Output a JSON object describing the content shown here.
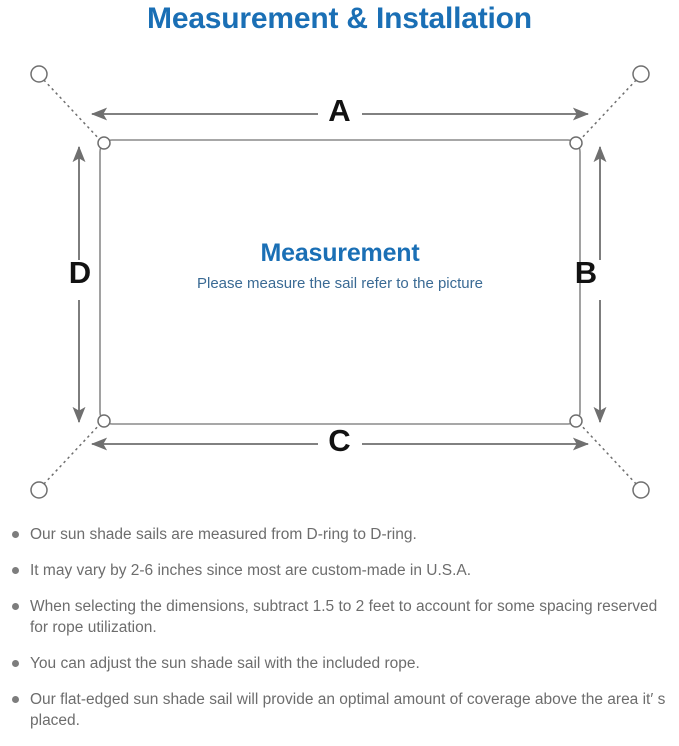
{
  "page": {
    "title": "Measurement & Installation",
    "title_color": "#1a6fb5",
    "background": "#ffffff"
  },
  "diagram": {
    "name": "sun-shade-sail-measurement-diagram",
    "sail_label_heading": "Measurement",
    "sail_label_sub": "Please measure the sail refer to the picture",
    "heading_color": "#1a6fb5",
    "sub_color": "#3a6a94",
    "line_color": "#6f6f6f",
    "dimension_labels": {
      "top": "A",
      "right": "B",
      "bottom": "C",
      "left": "D"
    },
    "dimension_label_color": "#121212",
    "corners": [
      {
        "name": "top-left",
        "d_ring": true,
        "anchor_ring": true
      },
      {
        "name": "top-right",
        "d_ring": true,
        "anchor_ring": true
      },
      {
        "name": "bottom-right",
        "d_ring": true,
        "anchor_ring": true
      },
      {
        "name": "bottom-left",
        "d_ring": true,
        "anchor_ring": true
      }
    ]
  },
  "notes": {
    "bullet_color": "#7d7d7d",
    "text_color": "#6d6d6d",
    "items": [
      "Our sun shade sails are measured from D-ring to D-ring.",
      "It may vary by 2-6 inches since most are custom-made in U.S.A.",
      "When selecting the dimensions, subtract 1.5 to 2 feet to account for some spacing reserved for rope utilization.",
      "You can adjust the sun shade sail with the included rope.",
      "Our flat-edged sun shade sail will provide an optimal amount of coverage above the area it′ s placed."
    ]
  }
}
